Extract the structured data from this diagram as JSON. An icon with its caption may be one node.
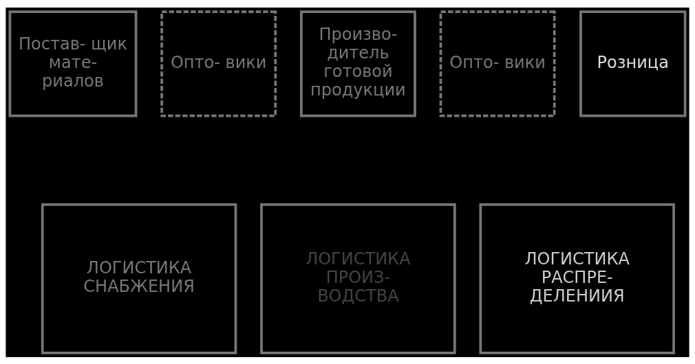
{
  "diagram": {
    "nodes": [
      {
        "text": [
          "Постав- щик мате- риалов"
        ]
      },
      {
        "text": [
          "Опто- вики"
        ]
      },
      {
        "text": [
          "Произво- дитель готовой продукции"
        ]
      },
      {
        "text": [
          "Опто- вики"
        ]
      },
      {
        "text": [
          "Розница"
        ]
      },
      {
        "text": [
          "ЛОГИСТИКА СНАБЖЕНИЯ"
        ]
      },
      {
        "text": [
          "ЛОГИСТИКА ПРОИЗ- ВОДСТВА"
        ]
      },
      {
        "text": [
          "ЛОГИСТИКА РАСПРЕ- ДЕЛЕНИИЯ"
        ]
      }
    ],
    "edges": []
  }
}
